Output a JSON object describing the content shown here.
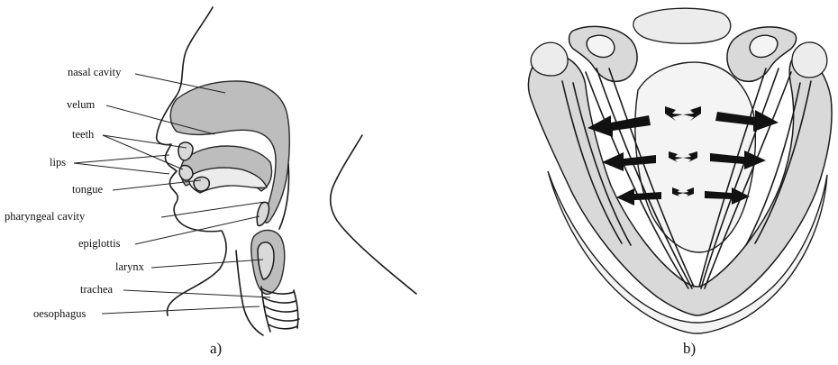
{
  "panel_a": {
    "labels": {
      "nasal_cavity": "nasal cavity",
      "velum": "velum",
      "teeth": "teeth",
      "lips": "lips",
      "tongue": "tongue",
      "pharyngeal_cavity": "pharyngeal cavity",
      "epiglottis": "epiglottis",
      "larynx": "larynx",
      "trachea": "trachea",
      "oesophagus": "oesophagus"
    },
    "caption": "a)"
  },
  "panel_b": {
    "caption": "b)",
    "arrows": {
      "outer_left": "arrow pointing outward (abduction)",
      "outer_right": "arrow pointing outward (abduction)",
      "inner": "small arrows pointing inward (adduction)"
    }
  },
  "colors": {
    "ink": "#111111",
    "tract_fill": "#bdbdbd",
    "cartilage_fill": "#d9d9d9",
    "background": "#ffffff"
  }
}
